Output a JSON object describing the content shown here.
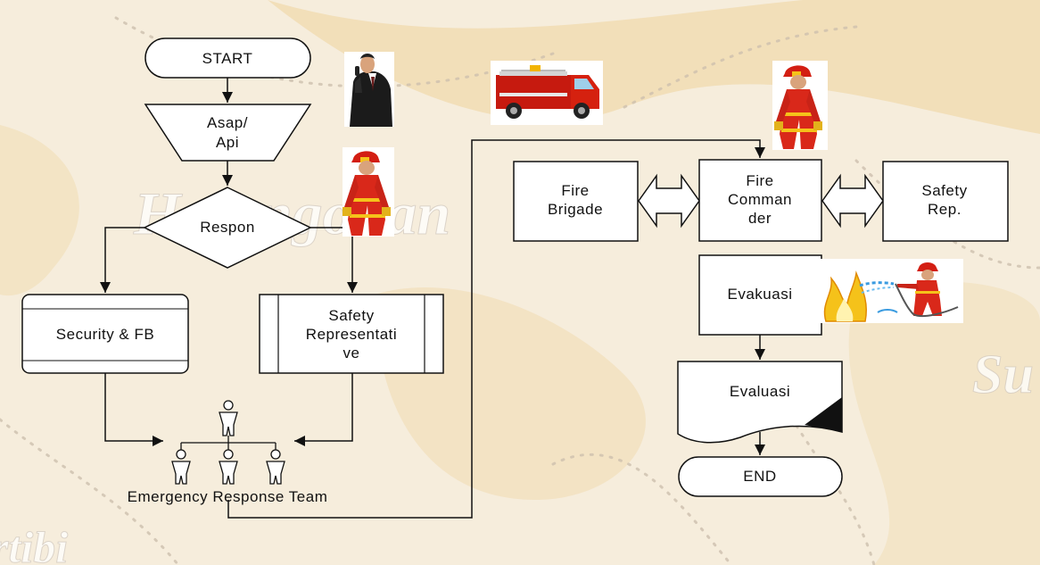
{
  "colors": {
    "background": "#f4ead8",
    "background_sand": "#efd9b0",
    "stroke": "#111111",
    "fill": "#ffffff",
    "firefighter_red": "#d42a1a",
    "fire_yellow": "#f5c21a"
  },
  "watermark": {
    "word1": "Halongonan",
    "word2": "Su",
    "word3": "rtibi"
  },
  "nodes": {
    "start": "START",
    "asap_api_1": "Asap/",
    "asap_api_2": "Api",
    "respon": "Respon",
    "security_fb": "Security & FB",
    "safety_rep_1": "Safety",
    "safety_rep_2": "Representati",
    "safety_rep_3": "ve",
    "ert_label": "Emergency Response Team",
    "fire_brigade_1": "Fire",
    "fire_brigade_2": "Brigade",
    "fire_commander_1": "Fire",
    "fire_commander_2": "Comman",
    "fire_commander_3": "der",
    "safety_rep_right_1": "Safety",
    "safety_rep_right_2": "Rep.",
    "evakuasi": "Evakuasi",
    "evaluasi": "Evaluasi",
    "end": "END"
  },
  "icons": {
    "phone_person": "person-on-phone-icon",
    "firefighter": "firefighter-icon",
    "fire_truck": "fire-truck-icon",
    "fire_extinguishing": "firefighter-hose-fire-icon",
    "team_member": "person-outline-icon"
  }
}
